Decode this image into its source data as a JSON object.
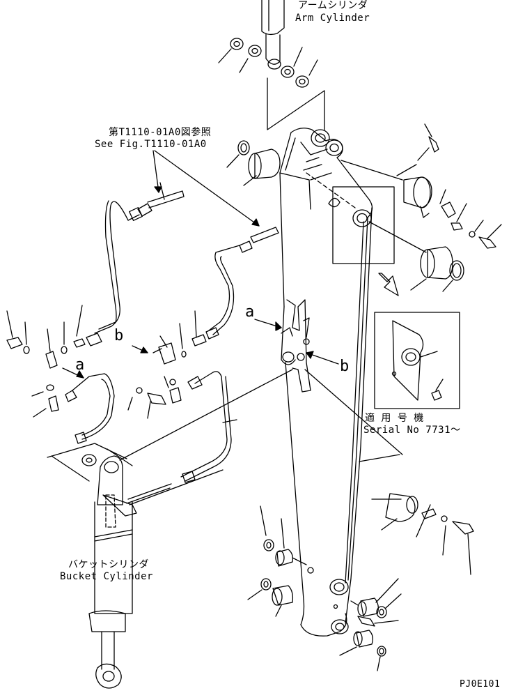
{
  "labels": {
    "arm_cylinder_jp": "アームシリンダ",
    "arm_cylinder_en": "Arm Cylinder",
    "see_fig_jp": "第T1110-01A0図参照",
    "see_fig_en": "See Fig.T1110-01A0",
    "serial_jp": "適 用 号 機",
    "serial_en": "Serial No 7731～",
    "bucket_cylinder_jp": "バケットシリンダ",
    "bucket_cylinder_en": "Bucket Cylinder",
    "marker_a_left": "a",
    "marker_b_left": "b",
    "marker_a_right": "a",
    "marker_b_right": "b",
    "fig_code": "PJ0E101"
  }
}
